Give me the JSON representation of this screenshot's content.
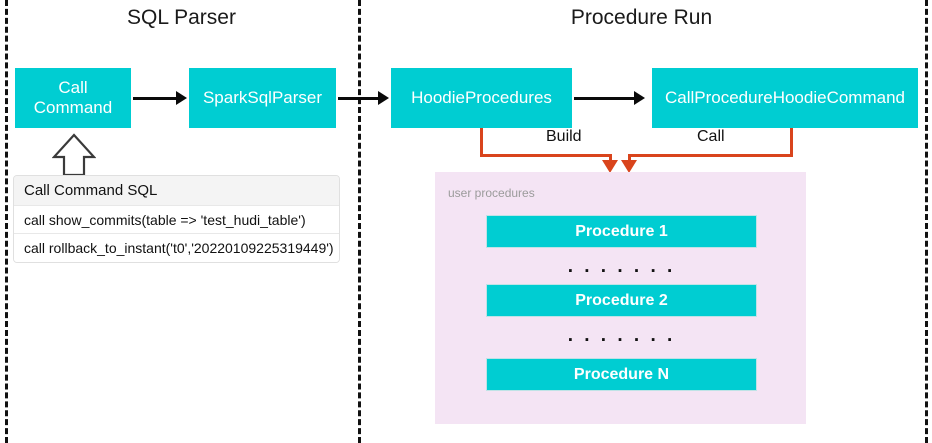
{
  "sections": [
    {
      "title": "SQL Parser"
    },
    {
      "title": "Procedure Run"
    }
  ],
  "nodes": {
    "call_command": "Call\nCommand",
    "call_command_line1": "Call",
    "call_command_line2": "Command",
    "spark_sql_parser": "SparkSqlParser",
    "hoodie_procedures": "HoodieProcedures",
    "call_procedure_hoodie_command": "CallProcedureHoodieCommand"
  },
  "edge_labels": {
    "build": "Build",
    "call": "Call"
  },
  "sql_table": {
    "header": "Call Command SQL",
    "rows": [
      "call show_commits(table => 'test_hudi_table')",
      "call rollback_to_instant('t0','20220109225319449')"
    ]
  },
  "panel": {
    "label": "user procedures",
    "procedures": [
      "Procedure 1",
      "Procedure 2",
      "Procedure N"
    ],
    "ellipsis": ". . . . . . ."
  },
  "colors": {
    "teal": "#00CDD2",
    "orange": "#D9441C",
    "panel_purple": "#f4e4f4",
    "divider": "#111111"
  }
}
